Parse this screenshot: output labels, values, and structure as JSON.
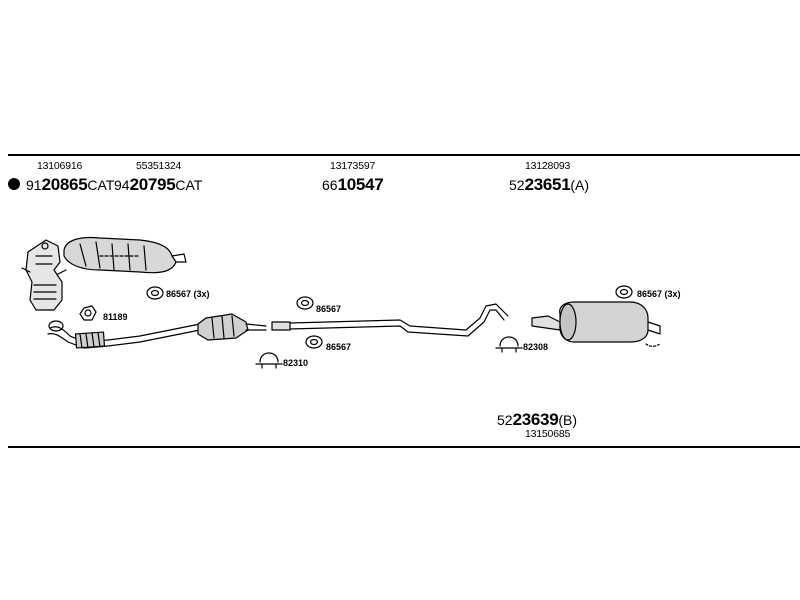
{
  "header_codes": [
    {
      "code": "13106916"
    },
    {
      "code": "55351324"
    },
    {
      "code": "13173597"
    },
    {
      "code": "13128093"
    }
  ],
  "part_numbers": [
    {
      "prefix": "91",
      "main": "20865",
      "suffix": "CAT"
    },
    {
      "prefix": "94",
      "main": "20795",
      "suffix": "CAT"
    },
    {
      "prefix": "66",
      "main": "10547",
      "suffix": ""
    },
    {
      "prefix": "52",
      "main": "23651",
      "suffix": "(A)"
    },
    {
      "prefix": "52",
      "main": "23639",
      "suffix": "(B)"
    }
  ],
  "bottom_code": "13150685",
  "callouts": [
    {
      "label": "86567 (3x)"
    },
    {
      "label": "81189"
    },
    {
      "label": "86567"
    },
    {
      "label": "86567"
    },
    {
      "label": "82310"
    },
    {
      "label": "82308"
    },
    {
      "label": "86567 (3x)"
    }
  ]
}
